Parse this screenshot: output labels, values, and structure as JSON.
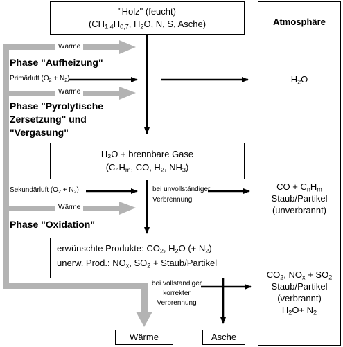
{
  "input": {
    "line1": "\"Holz\" (feucht)",
    "line2_parts": [
      "(CH",
      "1,4",
      "H",
      "0,7",
      ", H",
      "2",
      "O, N, S, Asche)"
    ]
  },
  "atmosphere": {
    "title": "Atmosphäre"
  },
  "phases": {
    "heating": "Phase \"Aufheizung\"",
    "pyrolysis_l1": "Phase \"Pyrolytische",
    "pyrolysis_l2": "Zersetzung\" und",
    "pyrolysis_l3": "\"Vergasung\"",
    "oxidation": "Phase \"Oxidation\""
  },
  "flows": {
    "waerme": "Wärme",
    "primary_air": [
      "Primärluft (O",
      "2",
      " + N",
      "2",
      ")"
    ],
    "secondary_air": [
      "Sekundärluft (O",
      "2",
      " + N",
      "2",
      ")"
    ]
  },
  "gases_box": {
    "line1": "H₂O + brennbare Gase",
    "line2_parts": [
      "(C",
      "n",
      "H",
      "m",
      ", CO, H",
      "2",
      ", NH",
      "3",
      ")"
    ]
  },
  "incomplete": {
    "l1": "bei unvollständiger",
    "l2": "Verbrennung"
  },
  "complete": {
    "l1": "bei vollständiger",
    "l2": "korrekter",
    "l3": "Verbrennung"
  },
  "products_box": {
    "line1_parts": [
      "erwünschte Produkte: CO",
      "2",
      ", H",
      "2",
      "O (+ N",
      "2",
      ")"
    ],
    "line2_parts": [
      "unerw. Prod.: NO",
      "x",
      ", SO",
      "2",
      " + Staub/Partikel"
    ]
  },
  "emissions": {
    "h2o_parts": [
      "H",
      "2",
      "O"
    ],
    "incomplete_l1_parts": [
      "CO + C",
      "n",
      "H",
      "m"
    ],
    "incomplete_l2": "Staub/Partikel",
    "incomplete_l3": "(unverbrannt)",
    "complete_l1_parts": [
      "CO",
      "2",
      ", NO",
      "x",
      " + SO",
      "2"
    ],
    "complete_l2": "Staub/Partikel",
    "complete_l3": "(verbrannt)",
    "complete_l4_parts": [
      "H",
      "2",
      "O+ N",
      "2"
    ]
  },
  "outputs": {
    "heat": "Wärme",
    "ash": "Asche"
  },
  "colors": {
    "grey_arrow": "#b3b3b3",
    "black": "#000000"
  }
}
